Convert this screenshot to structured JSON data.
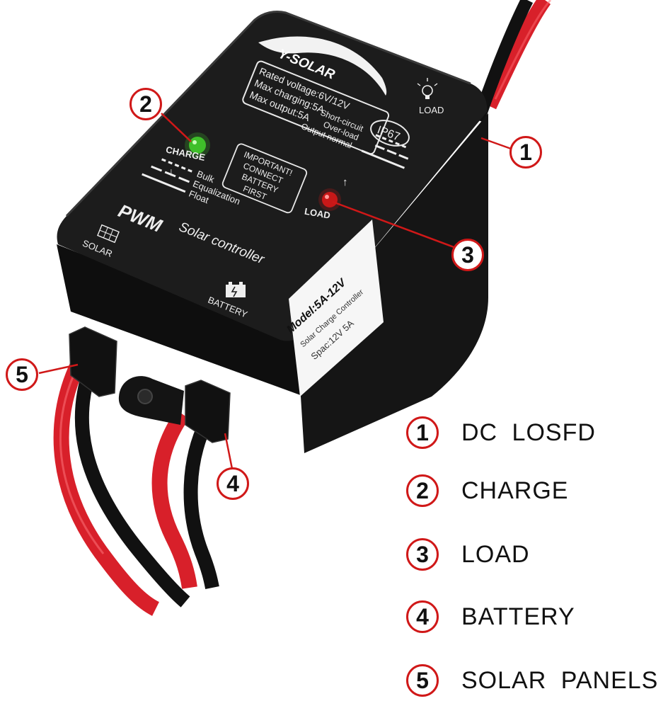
{
  "device": {
    "brand": "Y-SOLAR",
    "specs": [
      "Rated voltage:6V/12V",
      "Max charging:5A",
      "Max output:5A"
    ],
    "rating_badge": "IP67",
    "load_label_top": "LOAD",
    "load_status": [
      "Short-circuit",
      "Over-load",
      "Output normal"
    ],
    "warning": [
      "IMPORTANT!",
      "CONNECT",
      "BATTERY",
      "FIRST"
    ],
    "charge_label": "CHARGE",
    "charge_stages": [
      "Bulk",
      "Equalization",
      "Float"
    ],
    "load_label": "LOAD",
    "type_label": "PWM",
    "product_label": "Solar controller",
    "solar_label": "SOLAR",
    "battery_label": "BATTERY",
    "sticker": {
      "model": "Model:5A-12V",
      "desc": "Solar Charge Controller",
      "spec": "Spac:12V  5A"
    },
    "colors": {
      "body": "#1c1c1c",
      "red_wire": "#d8202a",
      "black_wire": "#111111",
      "callout": "#d01818",
      "led_green": "#3fbf2a",
      "led_red": "#c81818"
    }
  },
  "callouts": [
    "1",
    "2",
    "3",
    "4",
    "5"
  ],
  "legend": [
    {
      "num": "1",
      "text": "DC  LOSFD"
    },
    {
      "num": "2",
      "text": "CHARGE"
    },
    {
      "num": "3",
      "text": "LOAD"
    },
    {
      "num": "4",
      "text": "BATTERY"
    },
    {
      "num": "5",
      "text": "SOLAR  PANELS"
    }
  ]
}
